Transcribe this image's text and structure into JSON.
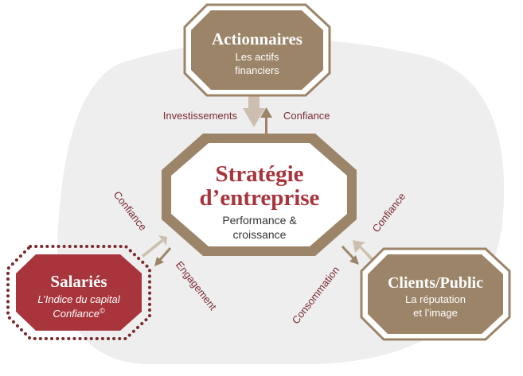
{
  "colors": {
    "brown": "#9c8468",
    "light_brown": "#cdbfaf",
    "red": "#a8343c",
    "dark_red": "#7b2a30",
    "background_blob": "#eeeeee"
  },
  "nodes": {
    "center": {
      "title_line1": "Stratégie",
      "title_line2": "d’entreprise",
      "subtitle_line1": "Performance &",
      "subtitle_line2": "croissance"
    },
    "shareholders": {
      "title": "Actionnaires",
      "subtitle_line1": "Les actifs",
      "subtitle_line2": "financiers"
    },
    "employees": {
      "title": "Salariés",
      "subtitle_line1": "L’Indice du capital",
      "subtitle_line2": "Confiance",
      "mark": "©"
    },
    "clients": {
      "title": "Clients/Public",
      "subtitle_line1": "La réputation",
      "subtitle_line2": "et l’image"
    }
  },
  "flows": {
    "investissements": "Investissements",
    "confiance_top": "Confiance",
    "confiance_left": "Confiance",
    "engagement": "Engagement",
    "consommation": "Consommation",
    "confiance_right": "Confiance"
  }
}
